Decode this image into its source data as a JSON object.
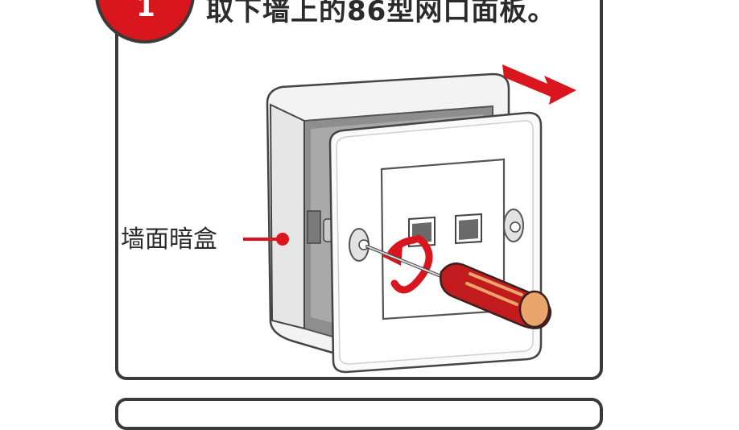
{
  "step": {
    "number": "1",
    "title": "取下墙上的86型网口面板。"
  },
  "illustration": {
    "label": "墙面暗盒",
    "accent_color": "#d9161d",
    "outline_color": "#3a3a3a",
    "icons": [
      "screwdriver-icon",
      "rotation-arrow-icon",
      "direction-arrow-icon"
    ]
  }
}
